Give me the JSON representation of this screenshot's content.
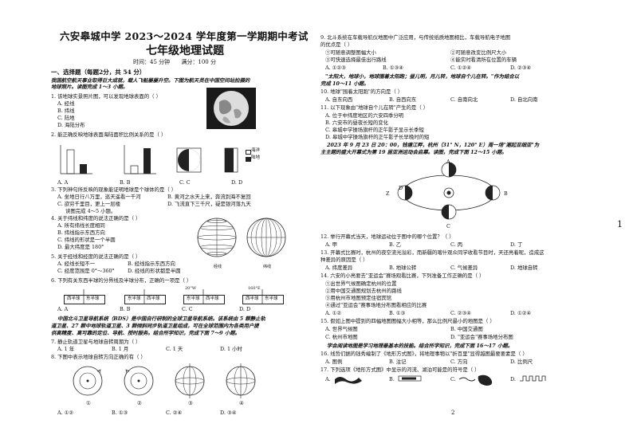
{
  "header": {
    "title": "六安皋城中学 2023～2024 学年度第一学期期中考试",
    "subtitle": "七年级地理试题",
    "time": "时间：45 分钟",
    "score": "满分：100 分"
  },
  "section1": {
    "heading": "一、选择题（每题2分，共 54 分）",
    "intro1": "我国航空航天事业取得巨大成就，载人飞船屡屡升空。下图为航天员在中国空间站拍摄的",
    "intro2": "地球照片。读图完成 1～3 小题。"
  },
  "q1": {
    "stem": "1. 该地球实景照片图，可以发现地球表面的（        ）",
    "A": "A. 经线",
    "B": "B. 纬线",
    "C": "C. 陆地",
    "D": "D. 海陆分布"
  },
  "q2": {
    "stem": "2. 能正确反映地球表面海陆面积比例关系的是（        ）",
    "A": "A. A",
    "B": "B. B",
    "C": "C. C",
    "D": "D. D",
    "legend1": "海洋",
    "legend2": "陆地",
    "chartA": "A",
    "chartB": "B",
    "chartC": "C",
    "chartD": "D"
  },
  "q3": {
    "stem": "3. 下列神句所反映的现象能证明地球是个球体的是（        ）",
    "A": "A. 坐地日行八万里，巡天遥看一千河",
    "B": "B. 黄河之水天上来，奔流到海不复回",
    "C": "C. 欲穷千里目，更上一层楼",
    "D": "D. 飞流直下三千尺，疑是银河落九天",
    "tail": "读图完成 4～5 小题。"
  },
  "q4": {
    "stem": "4. 关于纬线和纬度的说法正确的是（        ）",
    "A": "A. 所有纬线长度相同",
    "B": "B. 纬线指示东西方向",
    "C": "C. 纬线的形状是一个半圆",
    "D": "D. 最大纬度是 180°",
    "fig1": "经线",
    "fig2": "纬线"
  },
  "q5": {
    "stem": "5. 关于经线和经度的说法正确的是（        ）",
    "A": "A. 经线长短不一",
    "B": "B. 经线指示东西方向",
    "C": "C. 经度范围是 0°～360°",
    "D": "D. 经线的形状都是半圆"
  },
  "q6": {
    "stem": "6. 下列有关东西半球的分界线及半球分布，正确的一项是（        ）",
    "a1": "西半球",
    "a2": "东半球",
    "b1": "东半球",
    "b2": "西半球",
    "c1": "东半球",
    "c2": "西半球",
    "d1": "西半球",
    "d2": "东半球",
    "l1": "20°W",
    "l2": "160°E",
    "optA": "A. A",
    "optB": "B. B",
    "optC": "C. C",
    "optD": "D. D"
  },
  "bds": {
    "l1": "中国北斗卫星导航系统（BDS）是中国自行研制的全球卫星导航系统。该系统由 5 颗静止轨",
    "l2": "道卫星、27 颗中地球轨道卫星、3 颗倾斜同步轨道卫星组成，可在全球范围内为各类用户提",
    "l3": "供高精度、高可靠的定位、导航、授时服务。结合所学知识，完成下面 7～9 小题。"
  },
  "q7": {
    "stem": "7. 静止轨道卫星与地球自转周期为（        ）",
    "A": "A. 1 年",
    "B": "B. 1 月",
    "C": "C. 1 天",
    "D": "D. 1 小时"
  },
  "q8": {
    "stem": "8. 下图中表示地球自转方向正确的有（        ）",
    "A": "A. ①②",
    "B": "B. ①③",
    "C": "C. ②④",
    "D": "D. ③④",
    "c1": "①",
    "c2": "②",
    "c3": "③",
    "c4": "④"
  },
  "q9": {
    "stem": "9. 北斗系统在车载导航仪地图中广泛应用，与传统纸质地图相比，车载导航电子地图",
    "stem2": "的优点是（        ）",
    "o1": "①可随意调整图幅大小",
    "o2": "②可随意改变比例尺大小",
    "o3": "③可快速选择最佳出行路线",
    "o4": "④能实时看清所在位置的车辆",
    "A": "A. ①②③",
    "B": "B. ①③④",
    "C": "C. ①②④",
    "D": "D. ②③④"
  },
  "q10": {
    "intro1": "\"太阳大，地球小，地球围着太阳跑；昼儿明，月儿转，地球自个儿在转。\"作为结合以",
    "intro2": "完成 10～11 小题。",
    "stem": "10. 地球\"围着太阳跑\"的方向是（        ）",
    "A": "A. 自东向西",
    "B": "B. 自西向东",
    "C": "C. 自南向北",
    "D": "D. 自北向南"
  },
  "q11": {
    "stem": "11. 以下现象由\"地球自个儿在转\"产生的是（        ）",
    "A": "A. 位于中纬度地区的六安四季分明",
    "B": "B. 六安市的昼夜长短的变化",
    "C": "C. 皋城中学操场旗杆的正午影子显示长季短",
    "D": "D. 皋城中学操场旗杆的正午影子长早晚时的短"
  },
  "q12intro": {
    "l1": "2023 年 9 月 23 日 20：00，钱塘江畔，杭州（31° N，120° E）周一场\"潮起亚细亚\"为",
    "l2": "主主题的盛大开幕式为第 19 届亚洲运动会启幕。读图，完成下面 12～15 小题。",
    "z": "Z",
    "a": "A",
    "b": "B",
    "c": "C",
    "d": "D"
  },
  "q12": {
    "stem": "12. 举行开幕式当天，地球运动位于图中的哪个位置？（        ）",
    "A": "A. 甲",
    "B": "B. 乙",
    "C": "C. 丙",
    "D": "D. 丁"
  },
  "q13": {
    "stem": "13. 开幕式比赛时，杭州的夜空流光溢彩，而新疆的喀什观众同学收看节目时，天还亮着呢，造成这",
    "stem2": "种差异的原因是（        ）",
    "A": "A. 纬度差异",
    "B": "B. 地球公转",
    "C": "C. 气候差异",
    "D": "D. 地球自转"
  },
  "q14": {
    "stem": "14. 六安的小亮要去\"亚运会\"赛场观看比赛，下列准备工作正确的是（        ）",
    "o1": "①出世界气候图确定杭州的位置",
    "o2": "②用中国交通图规划去杭州的路线",
    "o3": "③用杭州市地图预定住宿宾馆",
    "o4": "④通过\"亚运会\"赛事场地分布图看相应的比赛",
    "A": "A. ①②",
    "B": "B. ①③",
    "C": "C. ②③④",
    "D": "D. ①②④"
  },
  "q15": {
    "stem": "15. 假如上图中提到的四幅地图图幅大小相等，那么比例尺最小的地图是（        ）",
    "A": "A. 世界气候图",
    "B": "B. 中国交通图",
    "C": "C. 杭州市地图",
    "D": "D. \"亚运会\"赛事场地分布图"
  },
  "q16intro": {
    "l1": "学会阅读地图是学习地理最基本的技能。结合所学知识，完成下面 16～17 小题。"
  },
  "q16": {
    "stem": "16. 线哲们据的钱秀编制了《地形方式图》，将地理事物以\"折百里\"显得越图最要要素是（        ）",
    "A": "A. 图例",
    "B": "B. 注记",
    "C": "C. 方向",
    "D": "D. 比例尺"
  },
  "q17": {
    "stem": "17. 下列选项《地形方式图》中显示的河流、湖泊可能是的符号是（        ）",
    "A": "A.",
    "B": "B.",
    "C": "C.",
    "D": "D."
  },
  "page": {
    "number": "2",
    "side": "1"
  }
}
